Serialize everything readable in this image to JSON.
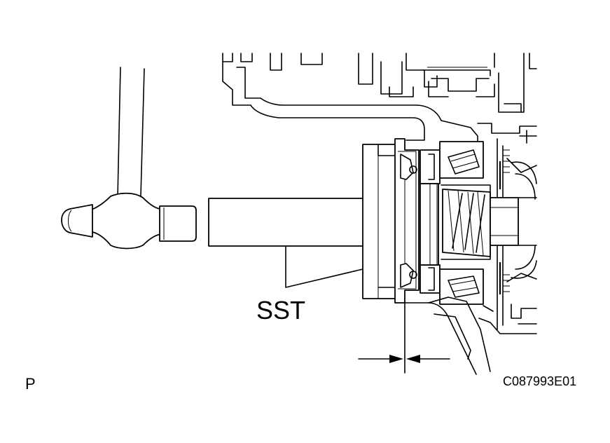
{
  "labels": {
    "tool": "SST",
    "figure_code": "C087993E01",
    "corner_mark": "P"
  },
  "colors": {
    "line": "#000000",
    "background": "#ffffff"
  }
}
